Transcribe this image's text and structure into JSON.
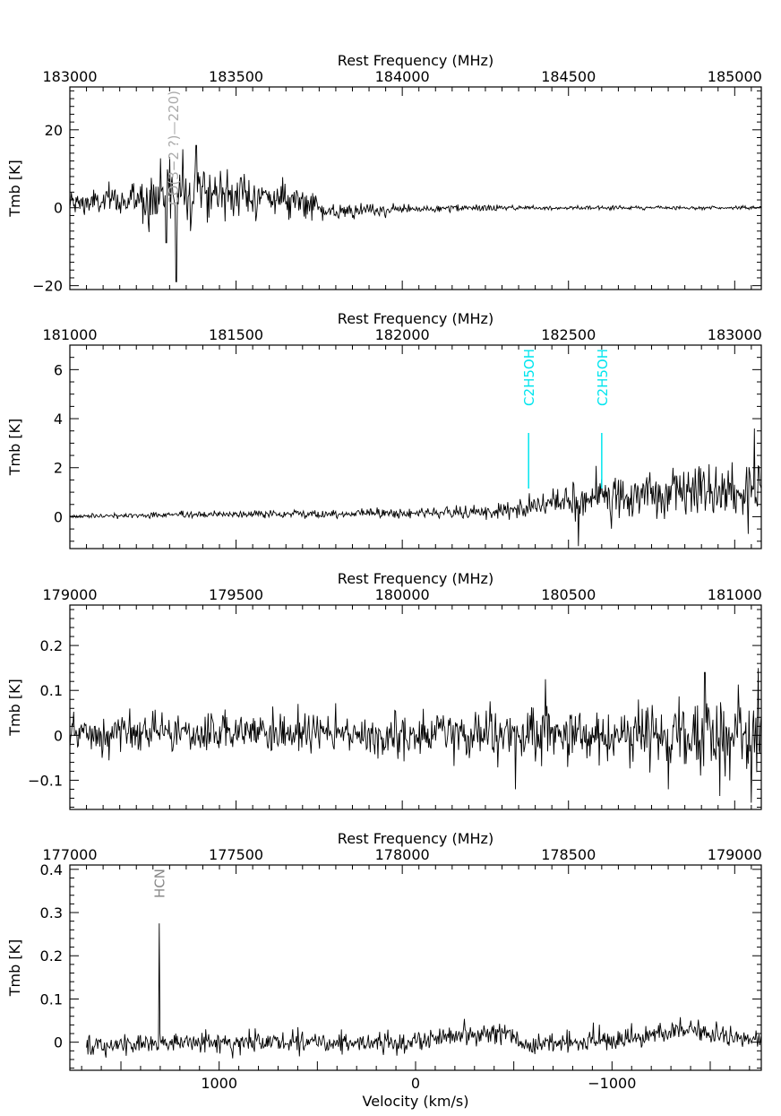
{
  "chart_data": [
    {
      "type": "line",
      "top_axis_label": "Rest Frequency (MHz)",
      "top_ticks": [
        "183000",
        "183500",
        "184000",
        "184500",
        "185000"
      ],
      "freq_range": [
        183000,
        185080
      ],
      "ylabel": "Tmb [K]",
      "ylim": [
        -21,
        31
      ],
      "y_ticks": [
        "−20",
        "0",
        "20"
      ],
      "y_tick_values": [
        -20,
        0,
        20
      ],
      "noise": [
        {
          "x": 183000,
          "y": 1.0,
          "s": 1.5
        },
        {
          "x": 183200,
          "y": 2.0,
          "s": 2.5
        },
        {
          "x": 183300,
          "y": 4.0,
          "s": 4.5
        },
        {
          "x": 183400,
          "y": 4.5,
          "s": 3.5
        },
        {
          "x": 183550,
          "y": 3.0,
          "s": 2.5
        },
        {
          "x": 183740,
          "y": 1.5,
          "s": 1.5
        },
        {
          "x": 183760,
          "y": -1.5,
          "s": 1.0
        },
        {
          "x": 183900,
          "y": -0.8,
          "s": 0.8
        },
        {
          "x": 184000,
          "y": -0.4,
          "s": 0.6
        },
        {
          "x": 184300,
          "y": 0.0,
          "s": 0.35
        },
        {
          "x": 184600,
          "y": 0.0,
          "s": 0.25
        },
        {
          "x": 185080,
          "y": 0.0,
          "s": 0.2
        }
      ],
      "spikes": [
        {
          "x": 183320,
          "y": -19
        },
        {
          "x": 183300,
          "y": 13
        },
        {
          "x": 183340,
          "y": 15
        },
        {
          "x": 183380,
          "y": 16
        },
        {
          "x": 183290,
          "y": -9
        }
      ],
      "lines": [
        {
          "label": "CO(3−2 ?)—220)",
          "x": 183310,
          "color": "#aaaaaa"
        }
      ]
    },
    {
      "type": "line",
      "top_axis_label": "Rest Frequency (MHz)",
      "top_ticks": [
        "181000",
        "181500",
        "182000",
        "182500",
        "183000"
      ],
      "freq_range": [
        181000,
        183080
      ],
      "ylabel": "Tmb [K]",
      "ylim": [
        -1.3,
        7
      ],
      "y_ticks": [
        "0",
        "2",
        "4",
        "6"
      ],
      "y_tick_values": [
        0,
        2,
        4,
        6
      ],
      "noise": [
        {
          "x": 181000,
          "y": 0.02,
          "s": 0.05
        },
        {
          "x": 181500,
          "y": 0.1,
          "s": 0.07
        },
        {
          "x": 182000,
          "y": 0.15,
          "s": 0.1
        },
        {
          "x": 182300,
          "y": 0.2,
          "s": 0.15
        },
        {
          "x": 182400,
          "y": 0.5,
          "s": 0.25
        },
        {
          "x": 182600,
          "y": 0.7,
          "s": 0.45
        },
        {
          "x": 182800,
          "y": 0.9,
          "s": 0.5
        },
        {
          "x": 183080,
          "y": 1.1,
          "s": 0.65
        }
      ],
      "spikes": [
        {
          "x": 182530,
          "y": -1.2
        },
        {
          "x": 183060,
          "y": 3.6
        },
        {
          "x": 183040,
          "y": -0.7
        }
      ],
      "lines": [
        {
          "label": "C2H5OH",
          "x": 182380,
          "color": "#00e5ee"
        },
        {
          "label": "C2H5OH",
          "x": 182600,
          "color": "#00e5ee"
        }
      ]
    },
    {
      "type": "line",
      "top_axis_label": "Rest Frequency (MHz)",
      "top_ticks": [
        "179000",
        "179500",
        "180000",
        "180500",
        "181000"
      ],
      "freq_range": [
        179000,
        181080
      ],
      "ylabel": "Tmb [K]",
      "ylim": [
        -0.165,
        0.29
      ],
      "y_ticks": [
        "−0.1",
        "0",
        "0.1",
        "0.2"
      ],
      "y_tick_values": [
        -0.1,
        0,
        0.1,
        0.2
      ],
      "noise": [
        {
          "x": 179000,
          "y": 0.0,
          "s": 0.02
        },
        {
          "x": 179500,
          "y": 0.005,
          "s": 0.02
        },
        {
          "x": 179900,
          "y": 0.0,
          "s": 0.025
        },
        {
          "x": 180200,
          "y": 0.0,
          "s": 0.03
        },
        {
          "x": 180600,
          "y": 0.0,
          "s": 0.035
        },
        {
          "x": 180900,
          "y": 0.0,
          "s": 0.04
        },
        {
          "x": 181080,
          "y": 0.0,
          "s": 0.045
        }
      ],
      "spikes": [
        {
          "x": 180430,
          "y": 0.125
        },
        {
          "x": 180340,
          "y": -0.12
        },
        {
          "x": 180910,
          "y": 0.14
        },
        {
          "x": 181050,
          "y": -0.15
        },
        {
          "x": 181070,
          "y": 0.15
        },
        {
          "x": 180800,
          "y": -0.12
        }
      ],
      "lines": []
    },
    {
      "type": "line",
      "top_axis_label": "Rest Frequency (MHz)",
      "top_ticks": [
        "177000",
        "177500",
        "178000",
        "178500",
        "179000"
      ],
      "freq_range": [
        177000,
        179080
      ],
      "bottom_axis_label": "Velocity (km/s)",
      "bottom_ticks": [
        "1000",
        "0",
        "−1000"
      ],
      "bottom_tick_values": [
        1000,
        0,
        -1000
      ],
      "velocity_range": [
        1760,
        -1760
      ],
      "ylabel": "Tmb [K]",
      "ylim": [
        -0.065,
        0.41
      ],
      "y_ticks": [
        "0",
        "0.1",
        "0.2",
        "0.3",
        "0.4"
      ],
      "y_tick_values": [
        0,
        0.1,
        0.2,
        0.3,
        0.4
      ],
      "data_start": 177050,
      "noise": [
        {
          "x": 177050,
          "y": -0.01,
          "s": 0.012
        },
        {
          "x": 177400,
          "y": 0.0,
          "s": 0.012
        },
        {
          "x": 178000,
          "y": 0.0,
          "s": 0.012
        },
        {
          "x": 178200,
          "y": 0.02,
          "s": 0.012
        },
        {
          "x": 178340,
          "y": 0.02,
          "s": 0.012
        },
        {
          "x": 178360,
          "y": -0.01,
          "s": 0.012
        },
        {
          "x": 178700,
          "y": 0.01,
          "s": 0.012
        },
        {
          "x": 178850,
          "y": 0.03,
          "s": 0.012
        },
        {
          "x": 179080,
          "y": 0.0,
          "s": 0.012
        }
      ],
      "spikes": [
        {
          "x": 177268,
          "y": 0.275
        }
      ],
      "lines": [
        {
          "label": "HCN",
          "x": 177268,
          "color": "#888888"
        }
      ]
    }
  ]
}
